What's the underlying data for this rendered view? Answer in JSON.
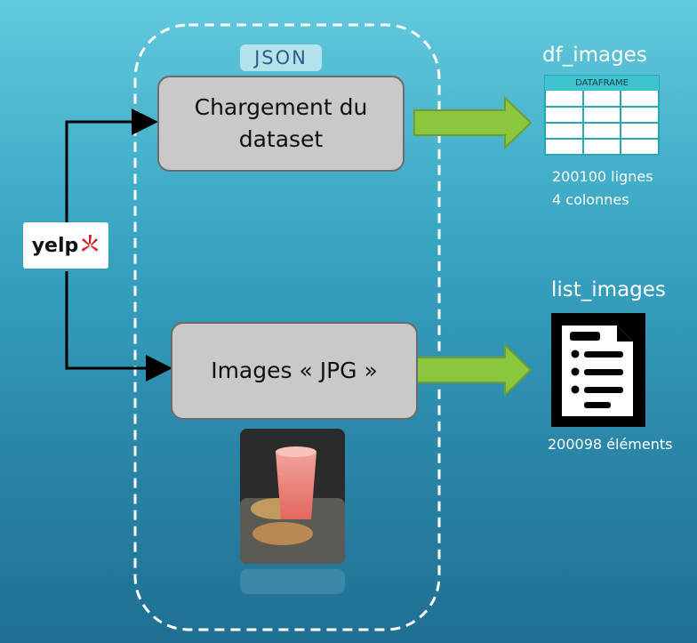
{
  "nodes": {
    "load_dataset": {
      "line1": "Chargement du",
      "line2": "dataset"
    },
    "images_jpg": {
      "label": "Images « JPG »"
    }
  },
  "badges": {
    "json": "JSON"
  },
  "source": {
    "logo_text": "yelp"
  },
  "outputs": {
    "df_images": {
      "name": "df_images",
      "table_header": "DATAFRAME",
      "rows_text": "200100 lignes",
      "cols_text": "4 colonnes"
    },
    "list_images": {
      "name": "list_images",
      "count_text": "200098 éléments"
    }
  },
  "colors": {
    "node_fill": "#c9c9c9",
    "arrow_green": "#8cc63f",
    "dashed_border": "#ffffff",
    "yelp_red": "#d32323",
    "table_header": "#3fc4cf"
  },
  "icons": [
    "yelp-logo",
    "dataframe-table-icon",
    "document-list-icon",
    "drink-photo"
  ]
}
